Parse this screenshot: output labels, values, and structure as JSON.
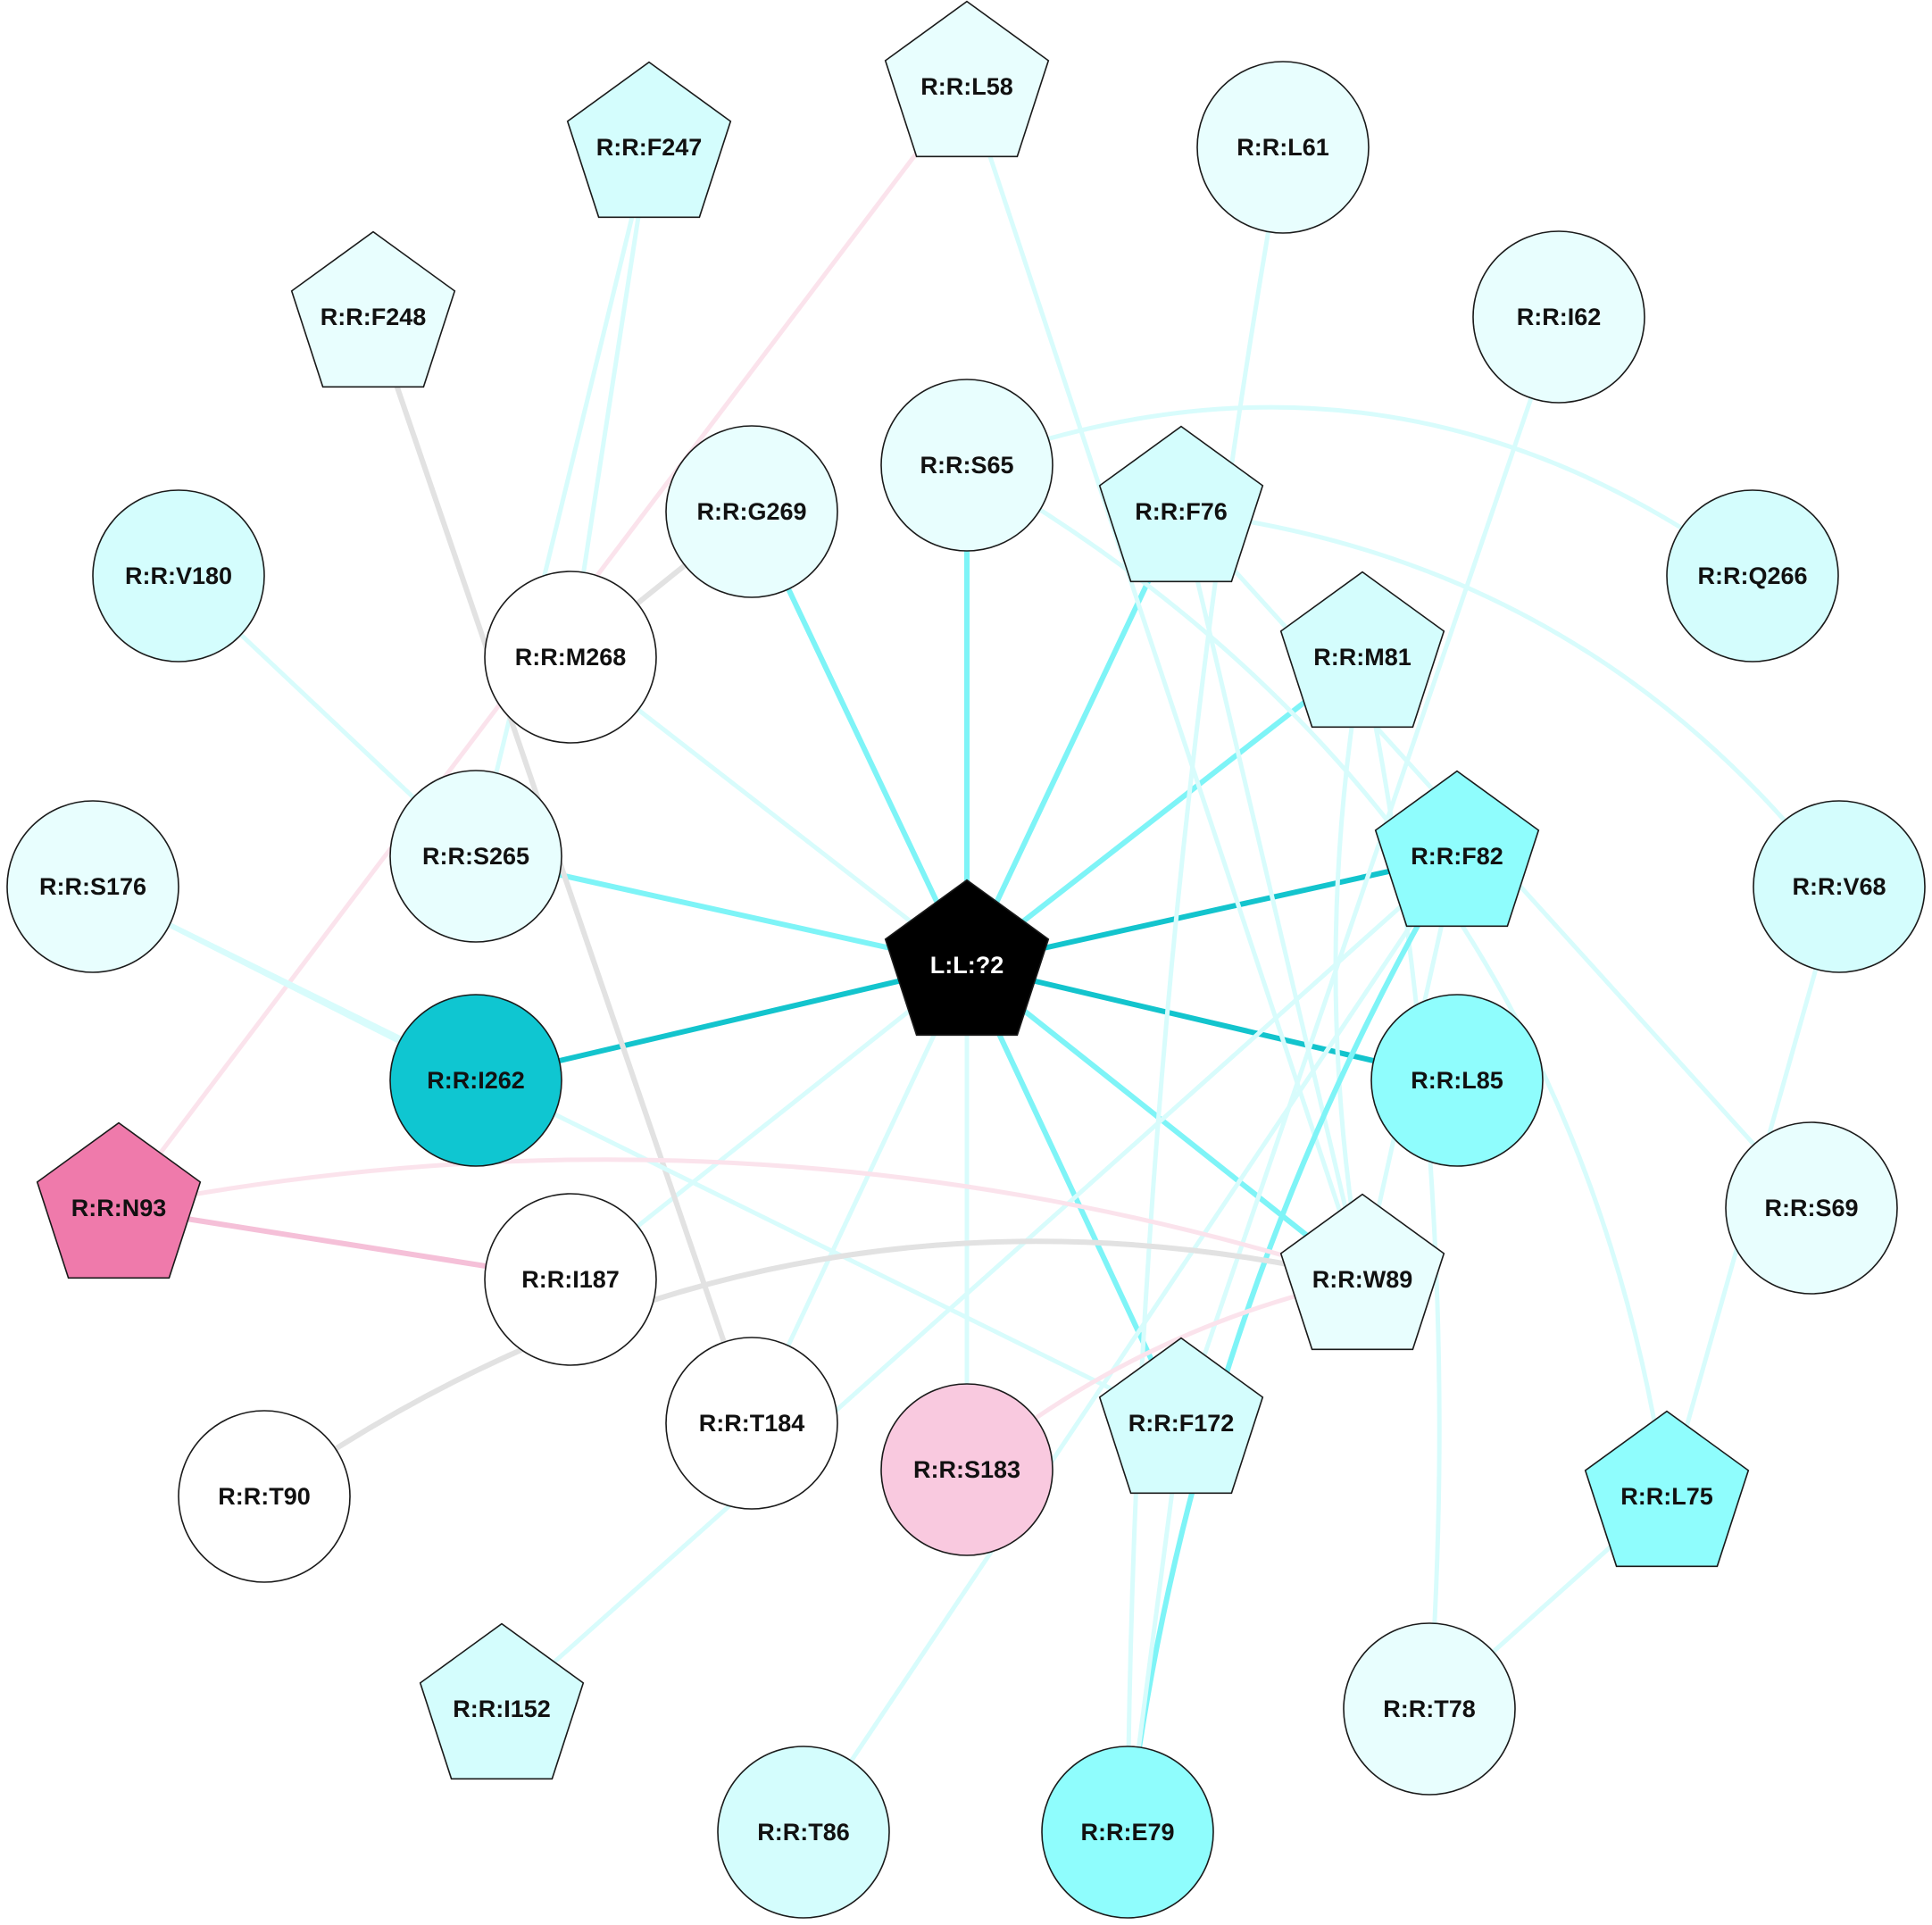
{
  "colors": {
    "white": "#ffffff",
    "very_light_cyan": "#e8fefe",
    "light_cyan": "#d4fdfd",
    "cyan": "#8ffdfd",
    "dark_cyan": "#0fc6d1",
    "pink_light": "#f9c9df",
    "pink": "#ef7aab",
    "black": "#000000",
    "edge_cyan_faint": "#d8fcfc",
    "edge_cyan": "#7ef4f7",
    "edge_cyan_dark": "#13c4cd",
    "edge_gray": "#e2e2e2",
    "edge_pink_faint": "#fbe3ec",
    "edge_pink": "#f5c0d8"
  },
  "nodes": [
    {
      "id": "L:L:?2",
      "shape": "pentagon",
      "fill": "black"
    },
    {
      "id": "R:R:L58",
      "shape": "pentagon",
      "fill": "very_light_cyan"
    },
    {
      "id": "R:R:F247",
      "shape": "pentagon",
      "fill": "light_cyan"
    },
    {
      "id": "R:R:L61",
      "shape": "circle",
      "fill": "very_light_cyan"
    },
    {
      "id": "R:R:F248",
      "shape": "pentagon",
      "fill": "very_light_cyan"
    },
    {
      "id": "R:R:I62",
      "shape": "circle",
      "fill": "very_light_cyan"
    },
    {
      "id": "R:R:S65",
      "shape": "circle",
      "fill": "very_light_cyan"
    },
    {
      "id": "R:R:G269",
      "shape": "circle",
      "fill": "very_light_cyan"
    },
    {
      "id": "R:R:F76",
      "shape": "pentagon",
      "fill": "light_cyan"
    },
    {
      "id": "R:R:V180",
      "shape": "circle",
      "fill": "light_cyan"
    },
    {
      "id": "R:R:Q266",
      "shape": "circle",
      "fill": "light_cyan"
    },
    {
      "id": "R:R:M268",
      "shape": "circle",
      "fill": "white"
    },
    {
      "id": "R:R:M81",
      "shape": "pentagon",
      "fill": "light_cyan"
    },
    {
      "id": "R:R:S176",
      "shape": "circle",
      "fill": "very_light_cyan"
    },
    {
      "id": "R:R:S265",
      "shape": "circle",
      "fill": "very_light_cyan"
    },
    {
      "id": "R:R:F82",
      "shape": "pentagon",
      "fill": "cyan"
    },
    {
      "id": "R:R:V68",
      "shape": "circle",
      "fill": "light_cyan"
    },
    {
      "id": "R:R:I262",
      "shape": "circle",
      "fill": "dark_cyan"
    },
    {
      "id": "R:R:L85",
      "shape": "circle",
      "fill": "cyan"
    },
    {
      "id": "R:R:N93",
      "shape": "pentagon",
      "fill": "pink"
    },
    {
      "id": "R:R:S69",
      "shape": "circle",
      "fill": "very_light_cyan"
    },
    {
      "id": "R:R:I187",
      "shape": "circle",
      "fill": "white"
    },
    {
      "id": "R:R:W89",
      "shape": "pentagon",
      "fill": "very_light_cyan"
    },
    {
      "id": "R:R:T184",
      "shape": "circle",
      "fill": "white"
    },
    {
      "id": "R:R:F172",
      "shape": "pentagon",
      "fill": "light_cyan"
    },
    {
      "id": "R:R:S183",
      "shape": "circle",
      "fill": "pink_light"
    },
    {
      "id": "R:R:T90",
      "shape": "circle",
      "fill": "white"
    },
    {
      "id": "R:R:L75",
      "shape": "pentagon",
      "fill": "cyan"
    },
    {
      "id": "R:R:I152",
      "shape": "pentagon",
      "fill": "light_cyan"
    },
    {
      "id": "R:R:T78",
      "shape": "circle",
      "fill": "very_light_cyan"
    },
    {
      "id": "R:R:T86",
      "shape": "circle",
      "fill": "light_cyan"
    },
    {
      "id": "R:R:E79",
      "shape": "circle",
      "fill": "cyan"
    }
  ],
  "edges": [
    {
      "a": "L:L:?2",
      "b": "R:R:S65",
      "color": "edge_cyan"
    },
    {
      "a": "L:L:?2",
      "b": "R:R:G269",
      "color": "edge_cyan"
    },
    {
      "a": "L:L:?2",
      "b": "R:R:F76",
      "color": "edge_cyan"
    },
    {
      "a": "L:L:?2",
      "b": "R:R:M81",
      "color": "edge_cyan"
    },
    {
      "a": "L:L:?2",
      "b": "R:R:S265",
      "color": "edge_cyan"
    },
    {
      "a": "L:L:?2",
      "b": "R:R:F82",
      "color": "edge_cyan_dark"
    },
    {
      "a": "L:L:?2",
      "b": "R:R:I262",
      "color": "edge_cyan_dark"
    },
    {
      "a": "L:L:?2",
      "b": "R:R:L85",
      "color": "edge_cyan_dark"
    },
    {
      "a": "L:L:?2",
      "b": "R:R:W89",
      "color": "edge_cyan"
    },
    {
      "a": "L:L:?2",
      "b": "R:R:F172",
      "color": "edge_cyan"
    },
    {
      "a": "L:L:?2",
      "b": "R:R:M268",
      "color": "edge_cyan_faint"
    },
    {
      "a": "L:L:?2",
      "b": "R:R:I187",
      "color": "edge_cyan_faint"
    },
    {
      "a": "L:L:?2",
      "b": "R:R:T184",
      "color": "edge_cyan_faint"
    },
    {
      "a": "L:L:?2",
      "b": "R:R:S183",
      "color": "edge_cyan_faint"
    },
    {
      "a": "R:R:L58",
      "b": "R:R:N93",
      "color": "edge_pink_faint"
    },
    {
      "a": "R:R:L58",
      "b": "R:R:W89",
      "color": "edge_cyan_faint"
    },
    {
      "a": "R:R:F247",
      "b": "R:R:M268",
      "color": "edge_cyan_faint"
    },
    {
      "a": "R:R:F247",
      "b": "R:R:S265",
      "color": "edge_cyan_faint"
    },
    {
      "a": "R:R:F248",
      "b": "R:R:T184",
      "color": "edge_gray"
    },
    {
      "a": "R:R:L61",
      "b": "R:R:E79",
      "color": "edge_cyan_faint"
    },
    {
      "a": "R:R:I62",
      "b": "R:R:F172",
      "color": "edge_cyan_faint"
    },
    {
      "a": "R:R:S65",
      "b": "R:R:Q266",
      "color": "edge_cyan_faint"
    },
    {
      "a": "R:R:S65",
      "b": "R:R:L75",
      "color": "edge_cyan_faint"
    },
    {
      "a": "R:R:G269",
      "b": "R:R:M268",
      "color": "edge_gray"
    },
    {
      "a": "R:R:F76",
      "b": "R:R:V68",
      "color": "edge_cyan_faint"
    },
    {
      "a": "R:R:F76",
      "b": "R:R:S69",
      "color": "edge_cyan_faint"
    },
    {
      "a": "R:R:F76",
      "b": "R:R:W89",
      "color": "edge_cyan_faint"
    },
    {
      "a": "R:R:V180",
      "b": "R:R:S265",
      "color": "edge_cyan_faint"
    },
    {
      "a": "R:R:M81",
      "b": "R:R:W89",
      "color": "edge_cyan_faint"
    },
    {
      "a": "R:R:M81",
      "b": "R:R:T78",
      "color": "edge_cyan_faint"
    },
    {
      "a": "R:R:S176",
      "b": "R:R:I262",
      "color": "edge_cyan_faint"
    },
    {
      "a": "R:R:S176",
      "b": "R:R:F172",
      "color": "edge_cyan_faint"
    },
    {
      "a": "R:R:F82",
      "b": "R:R:E79",
      "color": "edge_cyan"
    },
    {
      "a": "R:R:F82",
      "b": "R:R:I152",
      "color": "edge_cyan_faint"
    },
    {
      "a": "R:R:F82",
      "b": "R:R:T86",
      "color": "edge_cyan_faint"
    },
    {
      "a": "R:R:F82",
      "b": "R:R:W89",
      "color": "edge_cyan_faint"
    },
    {
      "a": "R:R:V68",
      "b": "R:R:L75",
      "color": "edge_cyan_faint"
    },
    {
      "a": "R:R:N93",
      "b": "R:R:I187",
      "color": "edge_pink"
    },
    {
      "a": "R:R:N93",
      "b": "R:R:W89",
      "color": "edge_pink_faint"
    },
    {
      "a": "R:R:W89",
      "b": "R:R:T90",
      "color": "edge_gray"
    },
    {
      "a": "R:R:W89",
      "b": "R:R:S183",
      "color": "edge_pink_faint"
    },
    {
      "a": "R:R:F172",
      "b": "R:R:E79",
      "color": "edge_cyan_faint"
    },
    {
      "a": "R:R:L75",
      "b": "R:R:T78",
      "color": "edge_cyan_faint"
    }
  ]
}
